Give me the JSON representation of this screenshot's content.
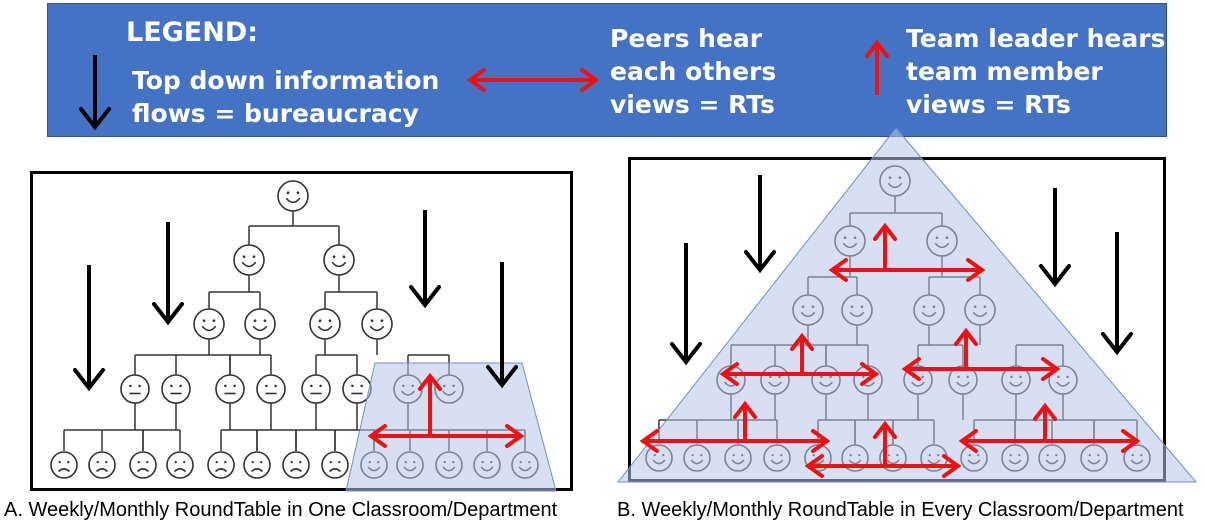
{
  "legend": {
    "title": "LEGEND:",
    "top_down": "Top down information\nflows = bureaucracy",
    "peers": "Peers hear\neach others\nviews = RTs",
    "leader": "Team leader hears\nteam member\nviews = RTs"
  },
  "captions": {
    "a": "A. Weekly/Monthly RoundTable in One Classroom/Department",
    "b": "B. Weekly/Monthly RoundTable in Every Classroom/Department"
  },
  "colors": {
    "banner": "#4472c4",
    "red_arrow": "#ee1111",
    "shade": "#b4c7e7"
  }
}
